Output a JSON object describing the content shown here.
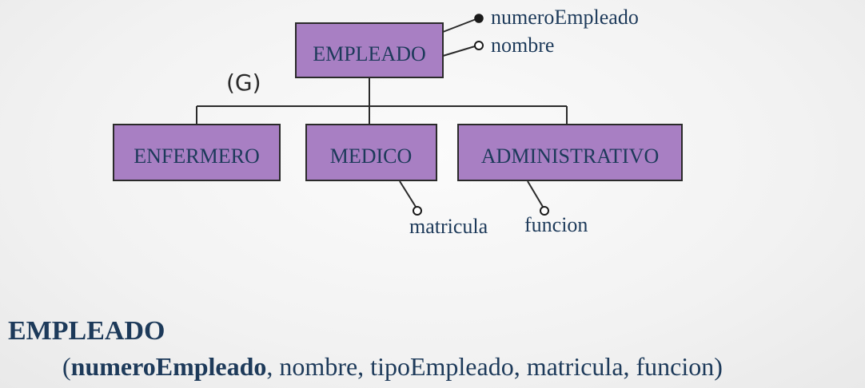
{
  "diagram": {
    "supertype": "EMPLEADO",
    "generalization_label": "(G)",
    "supertype_attributes": [
      {
        "name": "numeroEmpleado",
        "identifier": true
      },
      {
        "name": "nombre",
        "identifier": false
      }
    ],
    "subtypes": [
      {
        "name": "ENFERMERO",
        "attribute": ""
      },
      {
        "name": "MEDICO",
        "attribute": "matricula"
      },
      {
        "name": "ADMINISTRATIVO",
        "attribute": "funcion"
      }
    ]
  },
  "relational": {
    "table_name": "EMPLEADO",
    "open_paren": "(",
    "primary_key": "numeroEmpleado",
    "rest": ", nombre, tipoEmpleado, matricula, funcion)"
  },
  "colors": {
    "entity_fill": "#a87fc3",
    "text": "#1d3a5a",
    "background": "#f4f4f4"
  }
}
